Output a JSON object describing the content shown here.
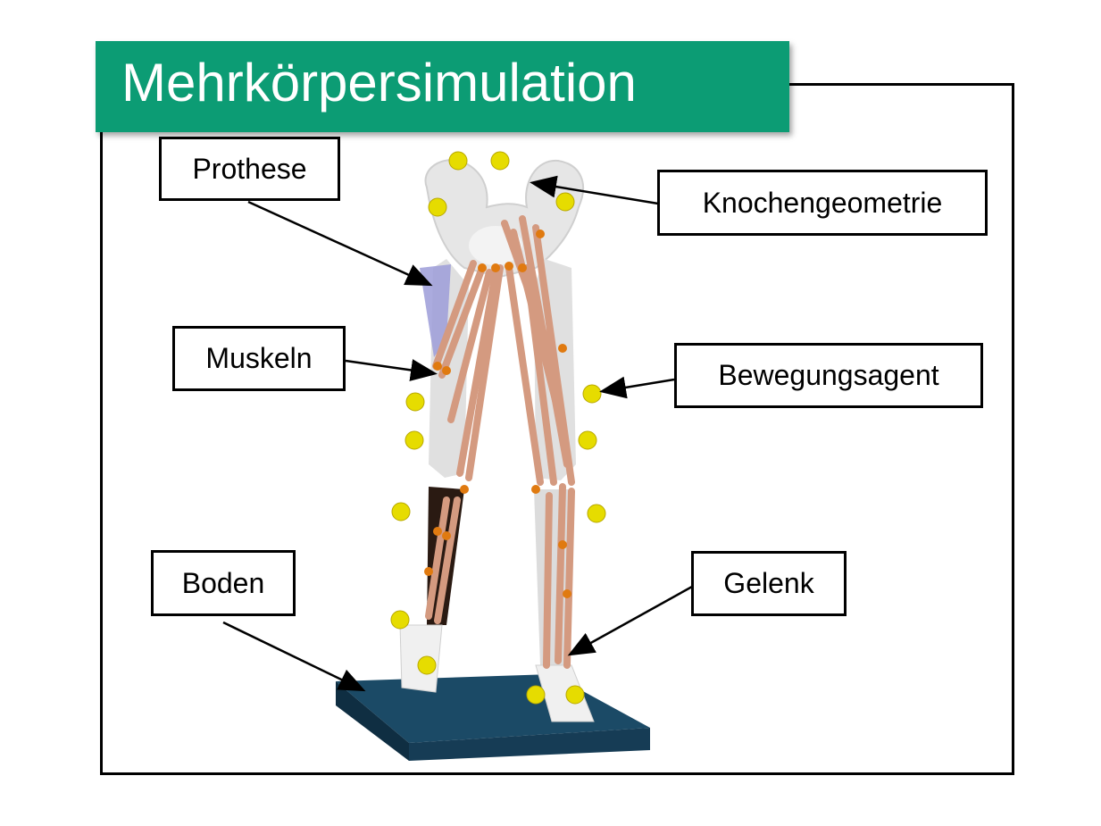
{
  "title": "Mehrkörpersimulation",
  "colors": {
    "banner": "#0c9c74",
    "muscle": "#d49a80",
    "bone": "#e6e6e6",
    "marker": "#e6dc00",
    "ground": "#1b4a66"
  },
  "labels": {
    "prothese": "Prothese",
    "knochengeometrie": "Knochengeometrie",
    "muskeln": "Muskeln",
    "bewegungsagent": "Bewegungsagent",
    "boden": "Boden",
    "gelenk": "Gelenk"
  }
}
